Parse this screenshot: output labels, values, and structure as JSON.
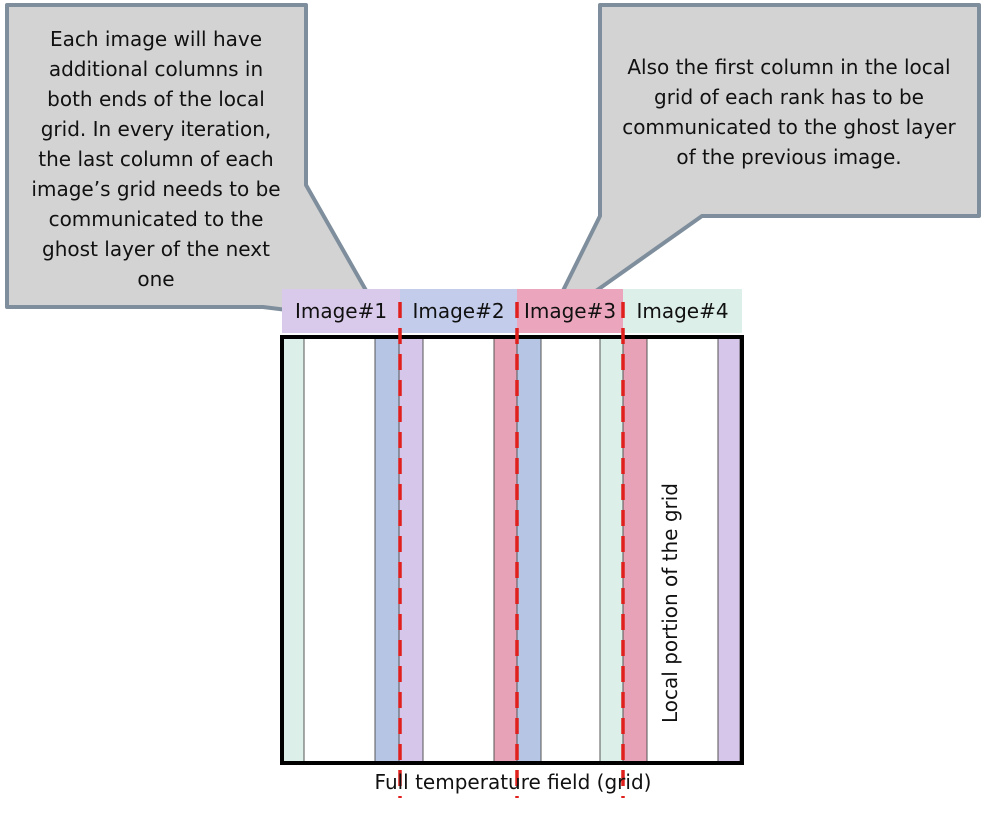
{
  "callouts": {
    "left": "Each image will have\nadditional columns in\nboth ends of the local\ngrid. In every iteration,\nthe last column of each\nimage’s grid needs to be\ncommunicated to the\nghost layer of the next\none",
    "right": "Also the first column in the local\ngrid of each rank has to be\ncommunicated to the ghost layer\nof the previous image."
  },
  "images": [
    {
      "label": "Image#1",
      "color": "#d9c9ea"
    },
    {
      "label": "Image#2",
      "color": "#c3cdeb"
    },
    {
      "label": "Image#3",
      "color": "#eba6bd"
    },
    {
      "label": "Image#4",
      "color": "#dcefe9"
    }
  ],
  "grid": {
    "vertical_label": "Local portion of the grid",
    "caption": "Full temperature field (grid)"
  },
  "colors": {
    "callout_fill": "#d3d3d3",
    "callout_border": "#7f8e9c",
    "divider": "#e0201c",
    "mint": "#dcefe9",
    "blue": "#b7c5e5",
    "lavender": "#d6c6ea",
    "pink": "#e8a2b8"
  }
}
